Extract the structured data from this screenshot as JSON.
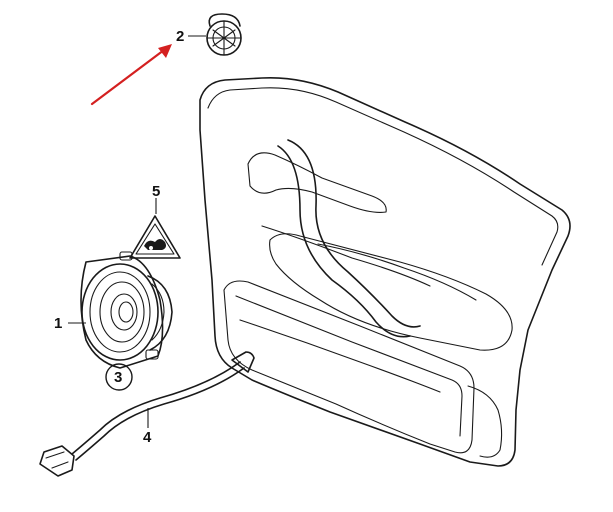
{
  "callouts": {
    "part1": "1",
    "part2": "2",
    "part3": "3",
    "part4": "4",
    "part5": "5"
  },
  "colors": {
    "line": "#1a1a1a",
    "arrow": "#d42020",
    "background": "#ffffff"
  },
  "icons": {
    "warning": "warning-triangle-icon"
  }
}
